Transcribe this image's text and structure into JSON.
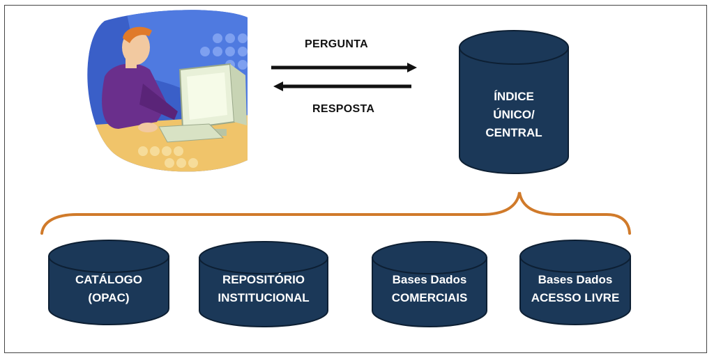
{
  "colors": {
    "cylinder": "#1b3858",
    "cylinder_stroke": "#0d1f33",
    "brace": "#d07a2a",
    "arrow": "#111111"
  },
  "arrows": {
    "question_label": "PERGUNTA",
    "answer_label": "RESPOSTA"
  },
  "central_index": {
    "line1": "ÍNDICE",
    "line2": "ÚNICO/",
    "line3": "CENTRAL"
  },
  "sources": [
    {
      "line1": "CATÁLOGO",
      "line2": "(OPAC)"
    },
    {
      "line1": "REPOSITÓRIO",
      "line2": "INSTITUCIONAL"
    },
    {
      "line1": "Bases Dados",
      "line2": "COMERCIAIS"
    },
    {
      "line1": "Bases Dados",
      "line2": "ACESSO LIVRE"
    }
  ],
  "illustration": {
    "icon": "user-at-computer-icon"
  }
}
